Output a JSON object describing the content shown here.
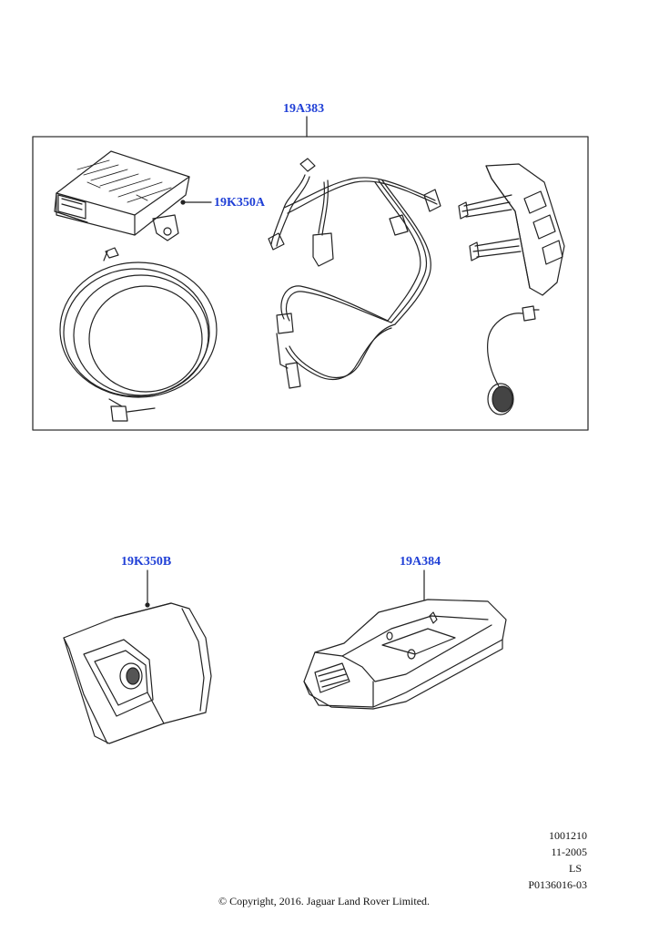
{
  "callouts": {
    "kit_main": "19A383",
    "module_a": "19K350A",
    "module_b": "19K350B",
    "cradle": "19A384"
  },
  "meta": {
    "code": "1001210",
    "date": "11-2005",
    "model": "LS",
    "illustration": "P0136016-03"
  },
  "copyright": "© Copyright, 2016. Jaguar Land Rover Limited.",
  "colors": {
    "callout_text": "#1f3fd6",
    "line": "#222222",
    "frame": "#333333"
  }
}
